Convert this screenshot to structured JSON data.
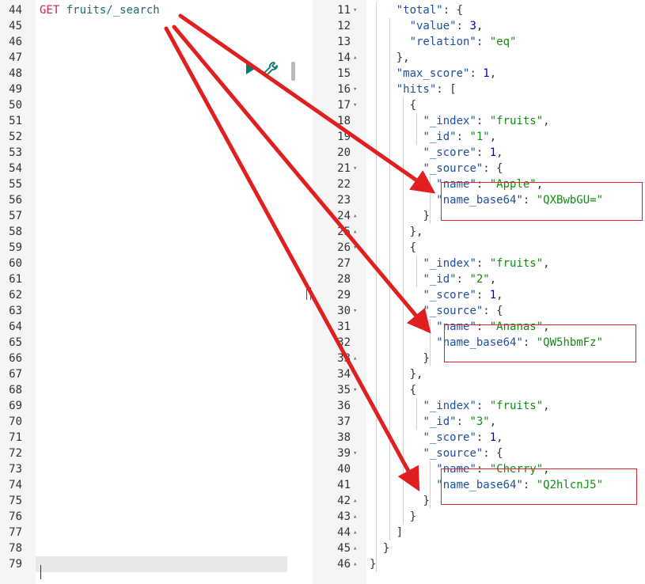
{
  "request_editor": {
    "lines": [
      {
        "n": "44",
        "method": "GET",
        "url": "fruits/_search"
      },
      {
        "n": "45"
      },
      {
        "n": "46"
      },
      {
        "n": "47"
      },
      {
        "n": "48"
      },
      {
        "n": "49"
      },
      {
        "n": "50"
      },
      {
        "n": "51"
      },
      {
        "n": "52"
      },
      {
        "n": "53"
      },
      {
        "n": "54"
      },
      {
        "n": "55"
      },
      {
        "n": "56"
      },
      {
        "n": "57"
      },
      {
        "n": "58"
      },
      {
        "n": "59"
      },
      {
        "n": "60"
      },
      {
        "n": "61"
      },
      {
        "n": "62"
      },
      {
        "n": "63"
      },
      {
        "n": "64"
      },
      {
        "n": "65"
      },
      {
        "n": "66"
      },
      {
        "n": "67"
      },
      {
        "n": "68"
      },
      {
        "n": "69"
      },
      {
        "n": "70"
      },
      {
        "n": "71"
      },
      {
        "n": "72"
      },
      {
        "n": "73"
      },
      {
        "n": "74"
      },
      {
        "n": "75"
      },
      {
        "n": "76"
      },
      {
        "n": "77"
      },
      {
        "n": "78"
      },
      {
        "n": "79",
        "active": true
      }
    ],
    "icons": [
      "run-icon",
      "wrench-icon"
    ]
  },
  "response_viewer": {
    "lines": [
      {
        "n": "11",
        "fold": "▾",
        "indent": "    ",
        "tokens": [
          [
            "k",
            "\"total\""
          ],
          [
            "p",
            ": {"
          ]
        ]
      },
      {
        "n": "12",
        "indent": "      ",
        "tokens": [
          [
            "k",
            "\"value\""
          ],
          [
            "p",
            ": "
          ],
          [
            "n",
            "3"
          ],
          [
            "p",
            ","
          ]
        ]
      },
      {
        "n": "13",
        "indent": "      ",
        "tokens": [
          [
            "k",
            "\"relation\""
          ],
          [
            "p",
            ": "
          ],
          [
            "s",
            "\"eq\""
          ]
        ]
      },
      {
        "n": "14",
        "fold": "▴",
        "indent": "    ",
        "tokens": [
          [
            "p",
            "},"
          ]
        ]
      },
      {
        "n": "15",
        "indent": "    ",
        "tokens": [
          [
            "k",
            "\"max_score\""
          ],
          [
            "p",
            ": "
          ],
          [
            "n",
            "1"
          ],
          [
            "p",
            ","
          ]
        ]
      },
      {
        "n": "16",
        "fold": "▾",
        "indent": "    ",
        "tokens": [
          [
            "k",
            "\"hits\""
          ],
          [
            "p",
            ": ["
          ]
        ]
      },
      {
        "n": "17",
        "fold": "▾",
        "indent": "      ",
        "tokens": [
          [
            "p",
            "{"
          ]
        ]
      },
      {
        "n": "18",
        "indent": "        ",
        "tokens": [
          [
            "k",
            "\"_index\""
          ],
          [
            "p",
            ": "
          ],
          [
            "s",
            "\"fruits\""
          ],
          [
            "p",
            ","
          ]
        ]
      },
      {
        "n": "19",
        "indent": "        ",
        "tokens": [
          [
            "k",
            "\"_id\""
          ],
          [
            "p",
            ": "
          ],
          [
            "s",
            "\"1\""
          ],
          [
            "p",
            ","
          ]
        ]
      },
      {
        "n": "20",
        "indent": "        ",
        "tokens": [
          [
            "k",
            "\"_score\""
          ],
          [
            "p",
            ": "
          ],
          [
            "n",
            "1"
          ],
          [
            "p",
            ","
          ]
        ]
      },
      {
        "n": "21",
        "fold": "▾",
        "indent": "        ",
        "tokens": [
          [
            "k",
            "\"_source\""
          ],
          [
            "p",
            ": {"
          ]
        ]
      },
      {
        "n": "22",
        "indent": "          ",
        "tokens": [
          [
            "k",
            "\"name\""
          ],
          [
            "p",
            ": "
          ],
          [
            "s",
            "\"Apple\""
          ],
          [
            "p",
            ","
          ]
        ]
      },
      {
        "n": "23",
        "indent": "          ",
        "tokens": [
          [
            "k",
            "\"name_base64\""
          ],
          [
            "p",
            ": "
          ],
          [
            "s",
            "\"QXBwbGU=\""
          ]
        ]
      },
      {
        "n": "24",
        "fold": "▴",
        "indent": "        ",
        "tokens": [
          [
            "p",
            "}"
          ]
        ]
      },
      {
        "n": "25",
        "fold": "▴",
        "indent": "      ",
        "tokens": [
          [
            "p",
            "},"
          ]
        ]
      },
      {
        "n": "26",
        "fold": "▾",
        "indent": "      ",
        "tokens": [
          [
            "p",
            "{"
          ]
        ]
      },
      {
        "n": "27",
        "indent": "        ",
        "tokens": [
          [
            "k",
            "\"_index\""
          ],
          [
            "p",
            ": "
          ],
          [
            "s",
            "\"fruits\""
          ],
          [
            "p",
            ","
          ]
        ]
      },
      {
        "n": "28",
        "indent": "        ",
        "tokens": [
          [
            "k",
            "\"_id\""
          ],
          [
            "p",
            ": "
          ],
          [
            "s",
            "\"2\""
          ],
          [
            "p",
            ","
          ]
        ]
      },
      {
        "n": "29",
        "indent": "        ",
        "tokens": [
          [
            "k",
            "\"_score\""
          ],
          [
            "p",
            ": "
          ],
          [
            "n",
            "1"
          ],
          [
            "p",
            ","
          ]
        ]
      },
      {
        "n": "30",
        "fold": "▾",
        "indent": "        ",
        "tokens": [
          [
            "k",
            "\"_source\""
          ],
          [
            "p",
            ": {"
          ]
        ]
      },
      {
        "n": "31",
        "indent": "          ",
        "tokens": [
          [
            "k",
            "\"name\""
          ],
          [
            "p",
            ": "
          ],
          [
            "s",
            "\"Ananas\""
          ],
          [
            "p",
            ","
          ]
        ]
      },
      {
        "n": "32",
        "indent": "          ",
        "tokens": [
          [
            "k",
            "\"name_base64\""
          ],
          [
            "p",
            ": "
          ],
          [
            "s",
            "\"QW5hbmFz\""
          ]
        ]
      },
      {
        "n": "33",
        "fold": "▴",
        "indent": "        ",
        "tokens": [
          [
            "p",
            "}"
          ]
        ]
      },
      {
        "n": "34",
        "fold": "▴",
        "indent": "      ",
        "tokens": [
          [
            "p",
            "},"
          ]
        ]
      },
      {
        "n": "35",
        "fold": "▾",
        "indent": "      ",
        "tokens": [
          [
            "p",
            "{"
          ]
        ]
      },
      {
        "n": "36",
        "indent": "        ",
        "tokens": [
          [
            "k",
            "\"_index\""
          ],
          [
            "p",
            ": "
          ],
          [
            "s",
            "\"fruits\""
          ],
          [
            "p",
            ","
          ]
        ]
      },
      {
        "n": "37",
        "indent": "        ",
        "tokens": [
          [
            "k",
            "\"_id\""
          ],
          [
            "p",
            ": "
          ],
          [
            "s",
            "\"3\""
          ],
          [
            "p",
            ","
          ]
        ]
      },
      {
        "n": "38",
        "indent": "        ",
        "tokens": [
          [
            "k",
            "\"_score\""
          ],
          [
            "p",
            ": "
          ],
          [
            "n",
            "1"
          ],
          [
            "p",
            ","
          ]
        ]
      },
      {
        "n": "39",
        "fold": "▾",
        "indent": "        ",
        "tokens": [
          [
            "k",
            "\"_source\""
          ],
          [
            "p",
            ": {"
          ]
        ]
      },
      {
        "n": "40",
        "indent": "          ",
        "tokens": [
          [
            "k",
            "\"name\""
          ],
          [
            "p",
            ": "
          ],
          [
            "s",
            "\"Cherry\""
          ],
          [
            "p",
            ","
          ]
        ]
      },
      {
        "n": "41",
        "indent": "          ",
        "tokens": [
          [
            "k",
            "\"name_base64\""
          ],
          [
            "p",
            ": "
          ],
          [
            "s",
            "\"Q2hlcnJ5\""
          ]
        ]
      },
      {
        "n": "42",
        "fold": "▴",
        "indent": "        ",
        "tokens": [
          [
            "p",
            "}"
          ]
        ]
      },
      {
        "n": "43",
        "fold": "▴",
        "indent": "      ",
        "tokens": [
          [
            "p",
            "}"
          ]
        ]
      },
      {
        "n": "44",
        "fold": "▴",
        "indent": "    ",
        "tokens": [
          [
            "p",
            "]"
          ]
        ]
      },
      {
        "n": "45",
        "fold": "▴",
        "indent": "  ",
        "tokens": [
          [
            "p",
            "}"
          ]
        ]
      },
      {
        "n": "46",
        "fold": "▴",
        "indent": "",
        "tokens": [
          [
            "p",
            "}"
          ]
        ]
      }
    ]
  },
  "colors": {
    "method": "#c7254e",
    "key": "#1d4fa3",
    "string": "#138a13",
    "number": "#0000c8",
    "annotation": "#e02020"
  }
}
